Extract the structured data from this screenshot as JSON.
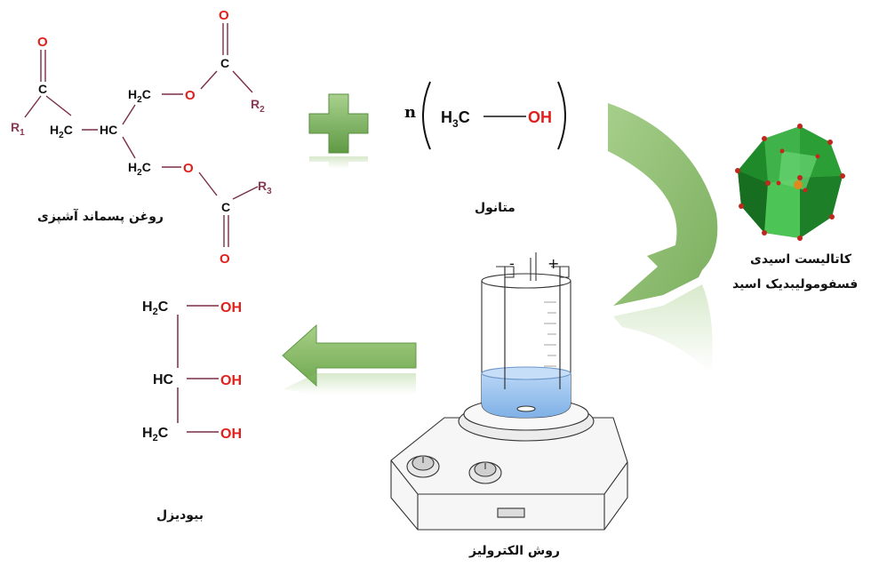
{
  "labels": {
    "waste_oil": "روغن پسماند آشپزی",
    "methanol": "متانول",
    "catalyst_line1": "کاتالیست اسیدی",
    "catalyst_line2": "فسفومولیبدیک اسید",
    "electrolysis": "روش الکترولیز",
    "biodiesel": "بیودیزل"
  },
  "triglyceride": {
    "r1": "R1",
    "r2": "R2",
    "r3": "R3",
    "ch2_top": "H2C",
    "ch": "HC",
    "ch2_bottom": "H2C",
    "h2c_left": "H2C",
    "c": "C",
    "o": "O"
  },
  "methanol_formula": {
    "n": "n",
    "h3c": "H3C",
    "oh": "OH"
  },
  "glycerol": {
    "rows": [
      {
        "carbon": "H2C",
        "group": "OH"
      },
      {
        "carbon": "HC",
        "group": "OH"
      },
      {
        "carbon": "H2C",
        "group": "OH"
      }
    ]
  },
  "electrodes": {
    "negative": "-",
    "positive": "+"
  },
  "colors": {
    "bond": "#7a2e46",
    "carbon_text": "#111111",
    "oxygen": "#e0201c",
    "r_group": "#8a3a52",
    "arrow_green": "#7fb15a",
    "plus_green": "#6aa84f",
    "catalyst": "#1f8a2a",
    "liquid": "#9dc3ef"
  },
  "icons": [
    "plus-icon",
    "curved-arrow-icon",
    "left-arrow-icon",
    "catalyst-polyhedra-icon",
    "hotplate-beaker-icon"
  ]
}
